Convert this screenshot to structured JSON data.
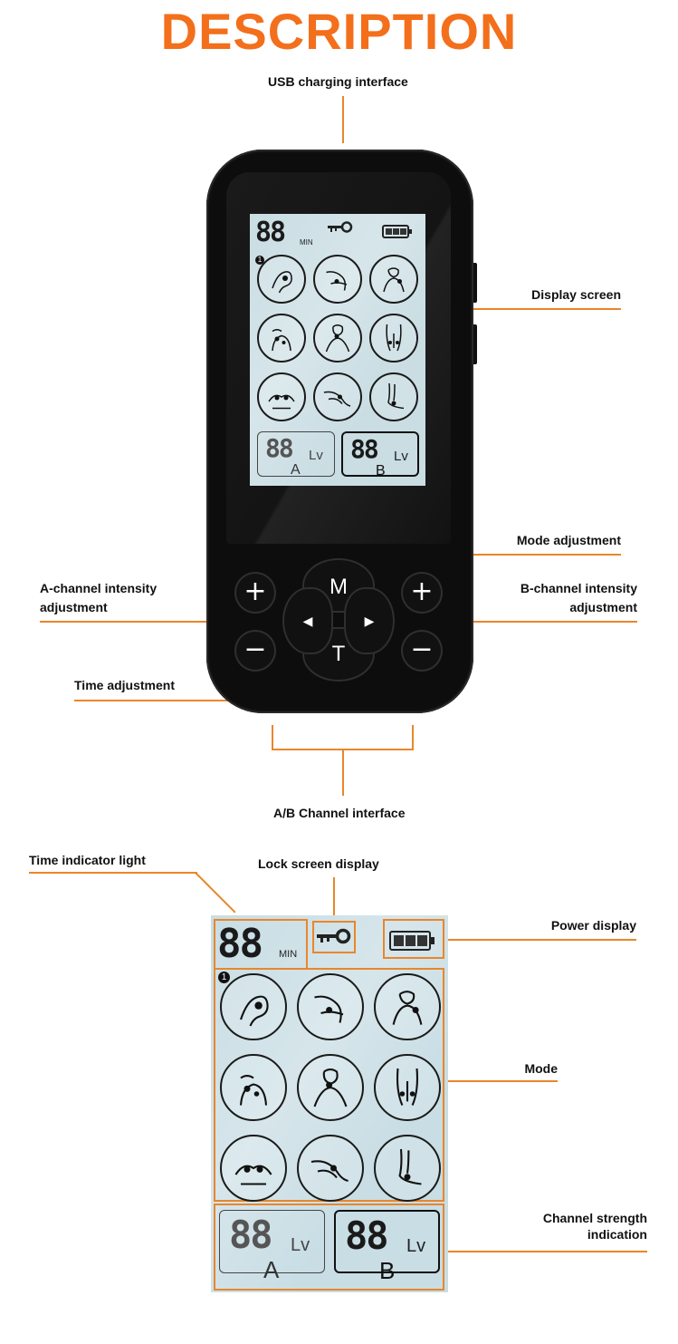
{
  "title": "DESCRIPTION",
  "labels": {
    "usb": "USB charging interface",
    "display_screen": "Display screen",
    "mode_adjustment": "Mode adjustment",
    "a_channel_1": "A-channel intensity",
    "a_channel_2": "adjustment",
    "b_channel_1": "B-channel intensity",
    "b_channel_2": "adjustment",
    "time_adjustment": "Time adjustment",
    "ab_interface": "A/B Channel interface",
    "time_indicator": "Time indicator light",
    "lock_screen": "Lock screen display",
    "power_display": "Power display",
    "mode": "Mode",
    "channel_strength_1": "Channel strength",
    "channel_strength_2": "indication"
  },
  "lcd": {
    "timer_digits": "88",
    "timer_unit": "MIN",
    "channel_a": {
      "digits": "88",
      "unit": "Lv",
      "letter": "A"
    },
    "channel_b": {
      "digits": "88",
      "unit": "Lv",
      "letter": "B"
    },
    "mode_badge": "1",
    "battery_level": 3,
    "modes": [
      "wrist-icon",
      "elbow-icon",
      "shoulder-icon",
      "shoulder-front-icon",
      "neck-icon",
      "buttocks-icon",
      "knee-icon",
      "hand-icon",
      "foot-icon"
    ]
  },
  "buttons": {
    "plus": "+",
    "minus": "−",
    "mode": "M",
    "time": "T",
    "left": "◀",
    "right": "▶"
  },
  "colors": {
    "accent": "#f36f1b",
    "leader_line": "#e9862b",
    "lcd": "#c9dde3",
    "device": "#0d0d0d"
  }
}
